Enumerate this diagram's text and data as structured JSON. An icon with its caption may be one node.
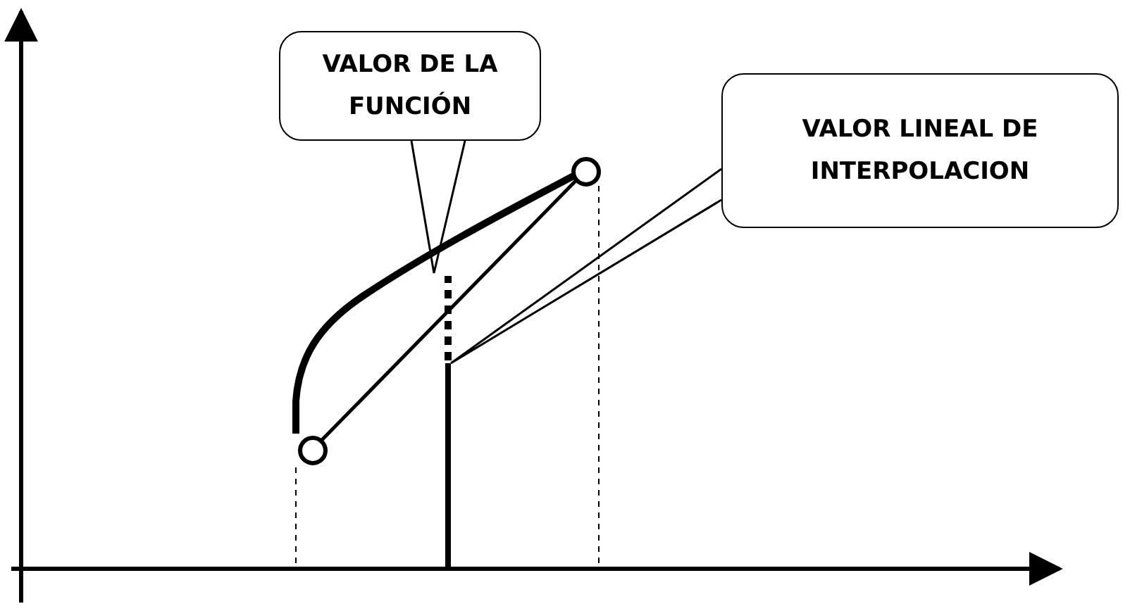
{
  "diagram": {
    "nodes": [
      {
        "text": [
          "VALOR DE LA FUNCIÓN"
        ]
      },
      {
        "text": [
          "VALOR LINEAL DE INTERPOLACION"
        ]
      }
    ],
    "edges": [
      {
        "from": 0,
        "to": null,
        "arrow": "none"
      },
      {
        "from": 1,
        "to": null,
        "arrow": "none"
      }
    ]
  }
}
